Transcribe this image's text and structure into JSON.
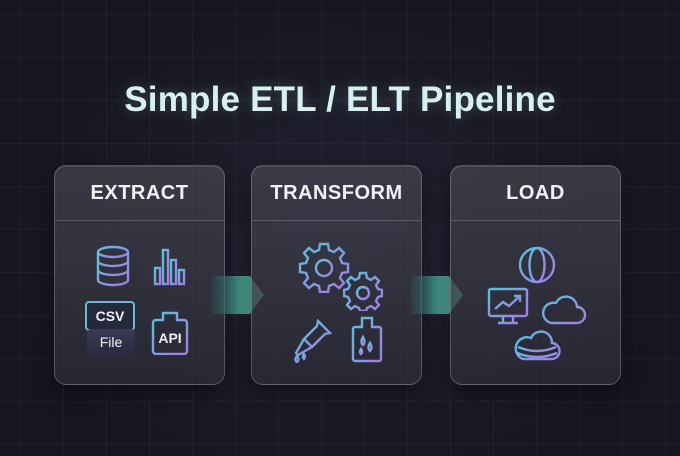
{
  "title": "Simple ETL / ELT Pipeline",
  "stages": [
    {
      "label": "EXTRACT",
      "items": [
        {
          "icon": "database-icon"
        },
        {
          "icon": "bar-chart-icon"
        },
        {
          "icon": "csv-file-icon",
          "labels": [
            "CSV",
            "File"
          ]
        },
        {
          "icon": "api-icon",
          "label": "API"
        }
      ]
    },
    {
      "label": "TRANSFORM",
      "items": [
        {
          "icon": "gear-large-icon"
        },
        {
          "icon": "gear-small-icon"
        },
        {
          "icon": "dropper-icon"
        },
        {
          "icon": "beaker-icon"
        }
      ]
    },
    {
      "label": "LOAD",
      "items": [
        {
          "icon": "globe-icon"
        },
        {
          "icon": "monitor-chart-icon"
        },
        {
          "icon": "cloud-icon"
        },
        {
          "icon": "cloud-stack-icon"
        }
      ]
    }
  ],
  "colors": {
    "title": "#d7f2ee",
    "icon_gradient_start": "#5bc0d8",
    "icon_gradient_end": "#a77ee6",
    "arrow_start": "#3a8f86",
    "arrow_end": "#57b6a6"
  }
}
